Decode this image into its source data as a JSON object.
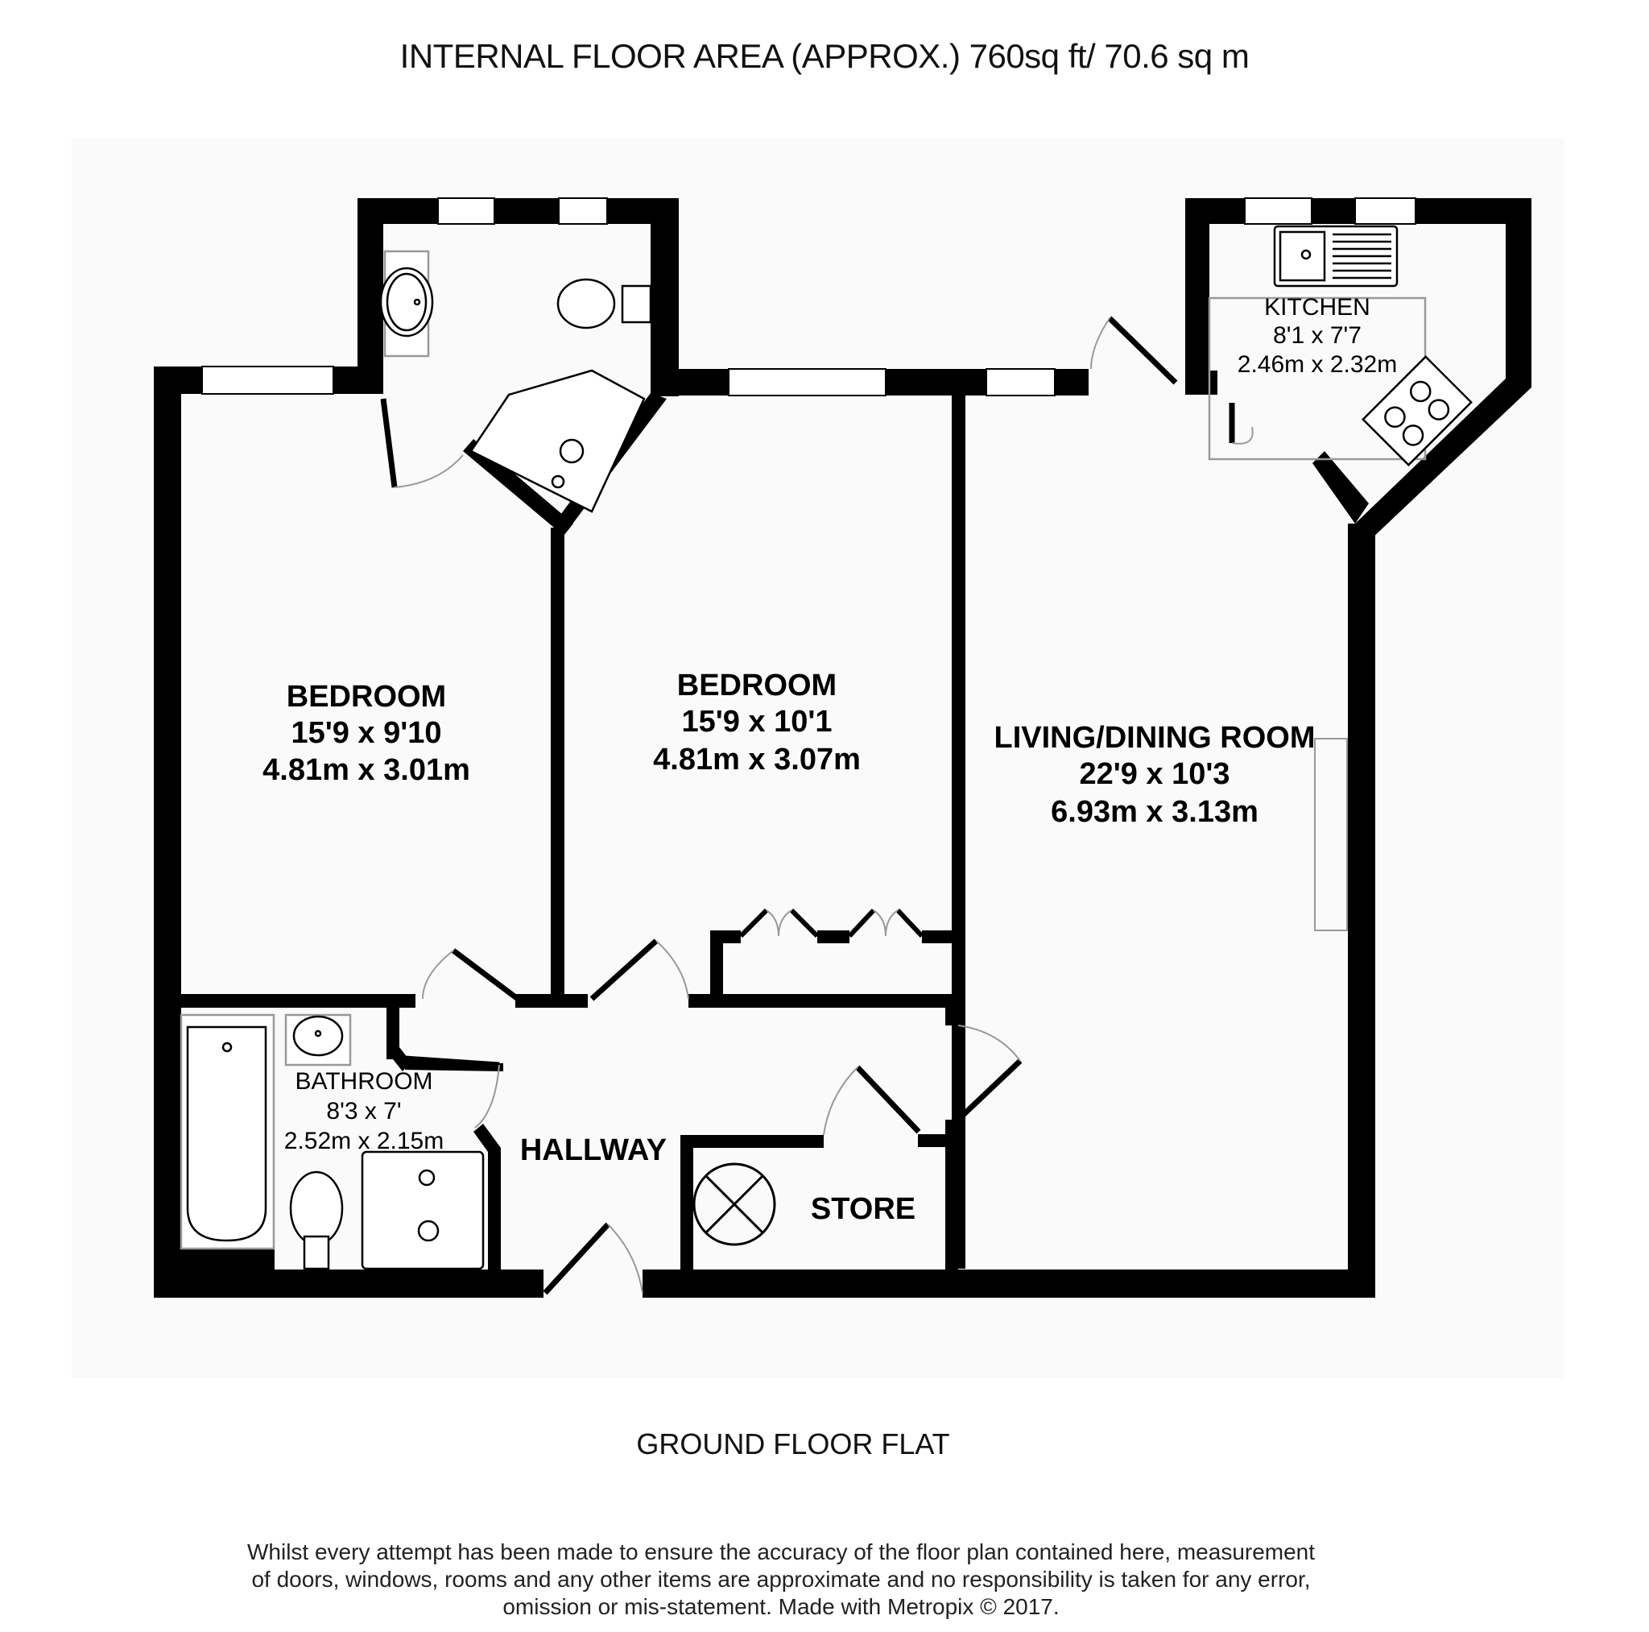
{
  "header": {
    "title": "INTERNAL FLOOR AREA (APPROX.) 760sq ft/ 70.6 sq m"
  },
  "plan": {
    "floor_label": "GROUND FLOOR FLAT",
    "rooms": {
      "bedroom1": {
        "name": "BEDROOM",
        "imperial": "15'9 x 9'10",
        "metric": "4.81m x 3.01m"
      },
      "bedroom2": {
        "name": "BEDROOM",
        "imperial": "15'9 x 10'1",
        "metric": "4.81m x 3.07m"
      },
      "living": {
        "name": "LIVING/DINING ROOM",
        "imperial": "22'9 x 10'3",
        "metric": "6.93m x 3.13m"
      },
      "kitchen": {
        "name": "KITCHEN",
        "imperial": "8'1 x 7'7",
        "metric": "2.46m x 2.32m"
      },
      "bathroom": {
        "name": "BATHROOM",
        "imperial": "8'3 x 7'",
        "metric": "2.52m x 2.15m"
      },
      "hallway": {
        "name": "HALLWAY"
      },
      "store": {
        "name": "STORE"
      }
    },
    "colors": {
      "wall": "#000000",
      "backdrop": "#fafafa",
      "fixture_outline": "#9a9a9a"
    }
  },
  "footer": {
    "disclaimer_lines": [
      "Whilst every attempt has been made to ensure the accuracy of the floor plan contained here, measurement",
      "of doors, windows, rooms and any other items are approximate and no responsibility is taken for any error,",
      "omission or mis-statement. Made with Metropix © 2017."
    ]
  }
}
